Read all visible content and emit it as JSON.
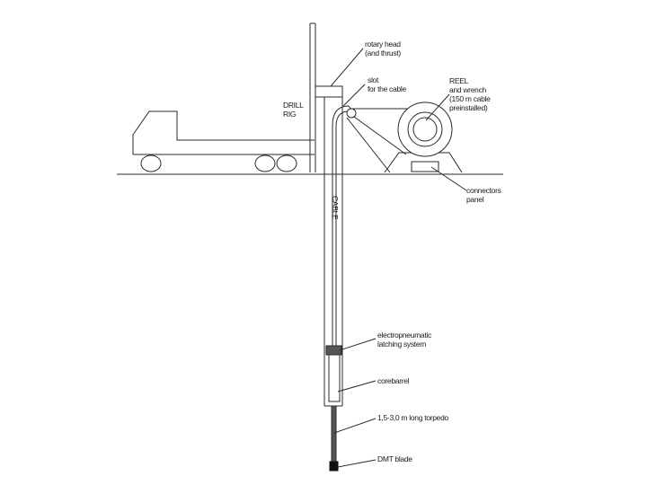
{
  "labels": {
    "drill_rig": [
      "DRILL",
      "RIG"
    ],
    "rotary_head": [
      "rotary head",
      "(and thrust)"
    ],
    "slot": [
      "slot",
      "for the cable"
    ],
    "reel": [
      "REEL",
      "and wrench",
      "(150 m cable",
      "preinstalled)"
    ],
    "connectors_panel": [
      "connectors",
      "panel"
    ],
    "cable": "CABLE",
    "latching_system": [
      "electropneumatic",
      "latching system"
    ],
    "corebarrel": "corebarrel",
    "torpedo": "1,5-3,0 m long torpedo",
    "dmt_blade": "DMT blade"
  }
}
